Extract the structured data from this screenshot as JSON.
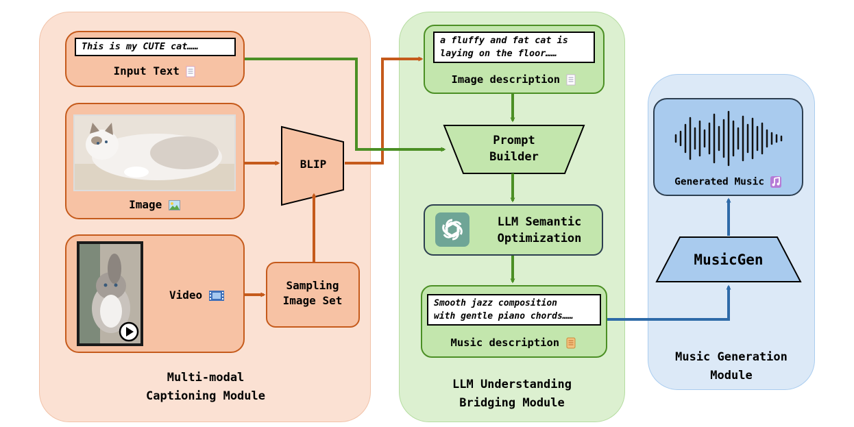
{
  "modules": {
    "captioning": {
      "title_line1": "Multi-modal",
      "title_line2": "Captioning Module"
    },
    "bridging": {
      "title_line1": "LLM Understanding",
      "title_line2": "Bridging Module"
    },
    "generation": {
      "title_line1": "Music Generation",
      "title_line2": "Module"
    }
  },
  "input_text": {
    "example": "This is my CUTE cat……",
    "label": "Input Text"
  },
  "image": {
    "label": "Image"
  },
  "video": {
    "label": "Video"
  },
  "blip": {
    "label": "BLIP"
  },
  "sampling": {
    "label_line1": "Sampling",
    "label_line2": "Image Set"
  },
  "image_description": {
    "example_line1": "a fluffy and fat cat is",
    "example_line2": "laying on the floor……",
    "label": "Image description"
  },
  "prompt_builder": {
    "label_line1": "Prompt",
    "label_line2": "Builder"
  },
  "llm": {
    "label_line1": "LLM Semantic",
    "label_line2": "Optimization"
  },
  "music_description": {
    "example_line1": "Smooth jazz composition",
    "example_line2": "with gentle piano chords……",
    "label": "Music description"
  },
  "musicgen": {
    "label": "MusicGen"
  },
  "generated_music": {
    "label": "Generated Music"
  },
  "colors": {
    "orange_arrow": "#c55a1b",
    "green_arrow": "#4b8f24",
    "blue_arrow": "#2e6aa8"
  },
  "icons": [
    "document-icon",
    "picture-icon",
    "film-icon",
    "scroll-icon",
    "music-note-icon",
    "openai-logo-icon",
    "play-icon",
    "waveform-icon"
  ]
}
